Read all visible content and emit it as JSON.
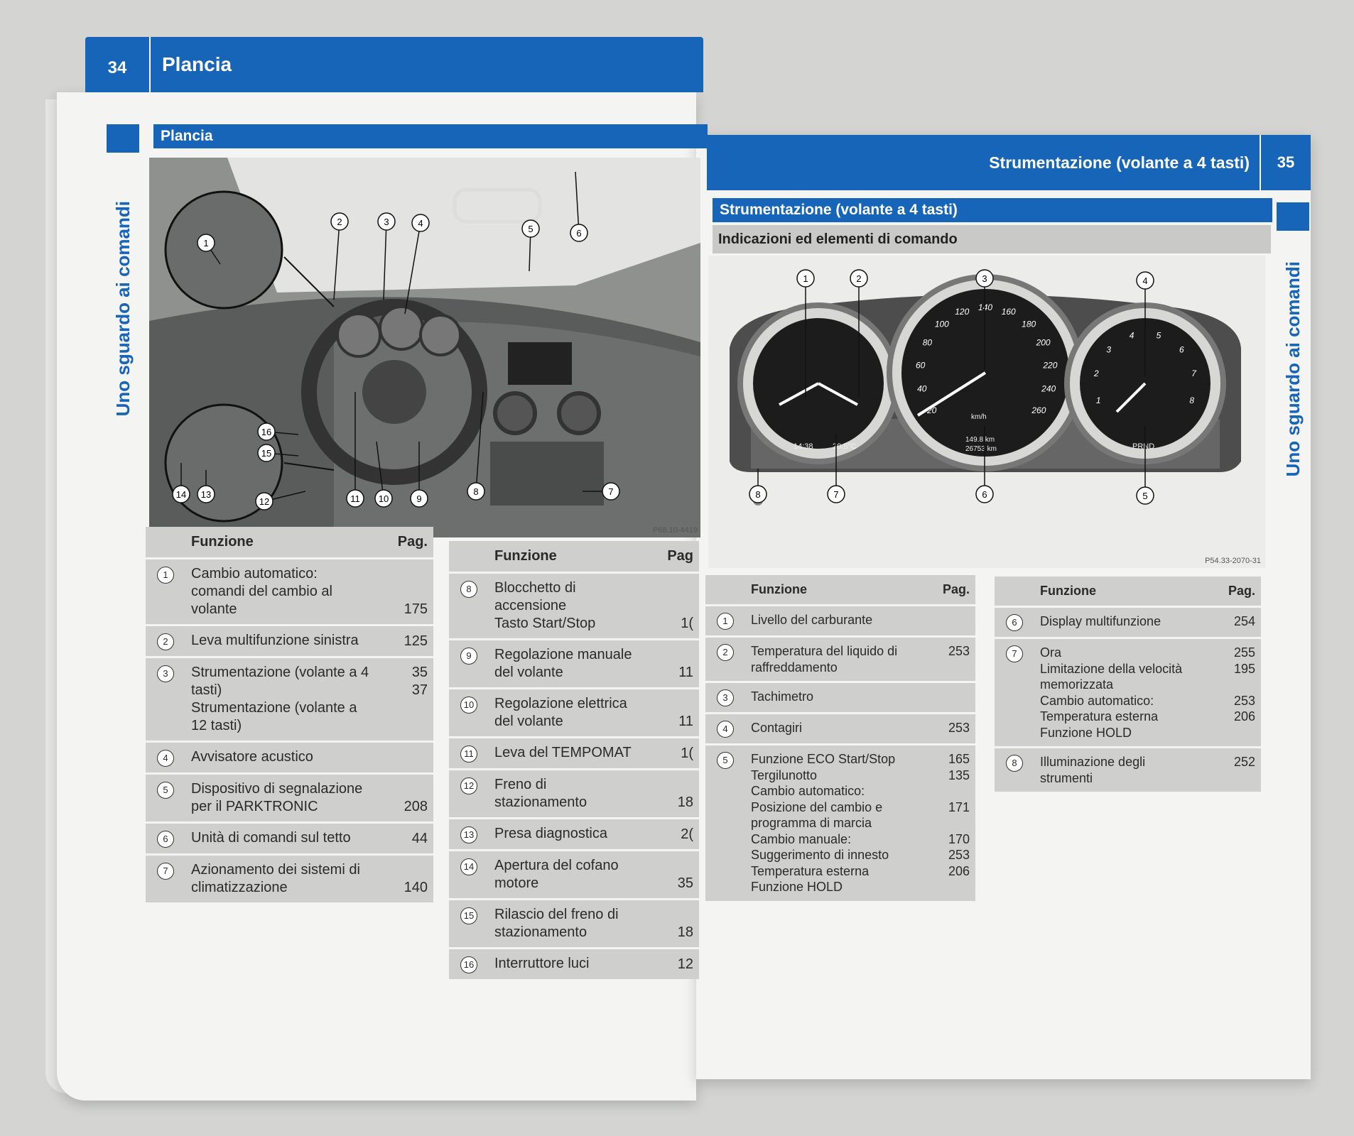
{
  "left_page": {
    "page_number": "34",
    "header_title": "Plancia",
    "side_tab": "Uno sguardo ai comandi",
    "section_title": "Plancia",
    "figure_code": "P68.10-4419",
    "table1": {
      "col_func": "Funzione",
      "col_page": "Pag.",
      "rows": [
        {
          "n": "1",
          "lines": [
            "Cambio automatico: comandi del cambio al volante"
          ],
          "page": "175"
        },
        {
          "n": "2",
          "lines": [
            "Leva multifunzione sinistra"
          ],
          "page": "125"
        },
        {
          "n": "3",
          "lines": [
            "Strumentazione (volante a 4 tasti)",
            "Strumentazione (volante a 12 tasti)"
          ],
          "pages": [
            "35",
            "37"
          ]
        },
        {
          "n": "4",
          "lines": [
            "Avvisatore acustico"
          ],
          "page": ""
        },
        {
          "n": "5",
          "lines": [
            "Dispositivo di segnalazione per il PARKTRONIC"
          ],
          "page": "208"
        },
        {
          "n": "6",
          "lines": [
            "Unità di comandi sul tetto"
          ],
          "page": "44"
        },
        {
          "n": "7",
          "lines": [
            "Azionamento dei sistemi di climatizzazione"
          ],
          "page": "140"
        }
      ]
    },
    "table2": {
      "col_func": "Funzione",
      "col_page": "Pag",
      "rows": [
        {
          "n": "8",
          "lines": [
            "Blocchetto di accensione",
            "Tasto Start/Stop"
          ],
          "page": "1("
        },
        {
          "n": "9",
          "lines": [
            "Regolazione manuale del volante"
          ],
          "page": "11"
        },
        {
          "n": "10",
          "lines": [
            "Regolazione elettrica del volante"
          ],
          "page": "11"
        },
        {
          "n": "11",
          "lines": [
            "Leva del TEMPOMAT"
          ],
          "page": "1("
        },
        {
          "n": "12",
          "lines": [
            "Freno di stazionamento"
          ],
          "page": "18"
        },
        {
          "n": "13",
          "lines": [
            "Presa diagnostica"
          ],
          "page": "2("
        },
        {
          "n": "14",
          "lines": [
            "Apertura del cofano motore"
          ],
          "page": "35"
        },
        {
          "n": "15",
          "lines": [
            "Rilascio del freno di stazionamento"
          ],
          "page": "18"
        },
        {
          "n": "16",
          "lines": [
            "Interruttore luci"
          ],
          "page": "12"
        }
      ]
    }
  },
  "right_page": {
    "page_number": "35",
    "header_title": "Strumentazione (volante a 4 tasti)",
    "side_tab": "Uno sguardo ai comandi",
    "section_title": "Strumentazione (volante a 4 tasti)",
    "subsection_title": "Indicazioni ed elementi di comando",
    "figure_code": "P54.33-2070-31",
    "gauge_readouts": {
      "time": "14:38",
      "temp": "20.5°C",
      "trip": "149.8 km",
      "odo": "26753 km",
      "gear": "PRND",
      "speed_unit": "km/h"
    },
    "speed_labels": [
      "20",
      "40",
      "60",
      "80",
      "100",
      "120",
      "140",
      "160",
      "180",
      "200",
      "220",
      "240",
      "260"
    ],
    "rpm_labels": [
      "1",
      "2",
      "3",
      "4",
      "5",
      "6",
      "7",
      "8"
    ],
    "table1": {
      "col_func": "Funzione",
      "col_page": "Pag.",
      "rows": [
        {
          "n": "1",
          "lines": [
            "Livello del carburante"
          ],
          "pages": [
            ""
          ]
        },
        {
          "n": "2",
          "lines": [
            "Temperatura del liquido di raffreddamento"
          ],
          "pages": [
            "253"
          ]
        },
        {
          "n": "3",
          "lines": [
            "Tachimetro"
          ],
          "pages": [
            ""
          ]
        },
        {
          "n": "4",
          "lines": [
            "Contagiri"
          ],
          "pages": [
            "253"
          ]
        },
        {
          "n": "5",
          "lines": [
            "Funzione ECO Start/Stop",
            "Tergilunotto",
            "Cambio automatico:",
            "Posizione del cambio e programma di marcia",
            "Cambio manuale:",
            "Suggerimento di innesto",
            "Temperatura esterna",
            "Funzione HOLD"
          ],
          "pages": [
            "165",
            "135",
            "",
            "171",
            "",
            "170",
            "253",
            "206"
          ]
        }
      ]
    },
    "table2": {
      "col_func": "Funzione",
      "col_page": "Pag.",
      "rows": [
        {
          "n": "6",
          "lines": [
            "Display multifunzione"
          ],
          "pages": [
            "254"
          ]
        },
        {
          "n": "7",
          "lines": [
            "Ora",
            "Limitazione della velocità memorizzata",
            "Cambio automatico:",
            "Temperatura esterna",
            "Funzione HOLD"
          ],
          "pages": [
            "255",
            "195",
            "",
            "253",
            "206"
          ]
        },
        {
          "n": "8",
          "lines": [
            "Illuminazione degli strumenti"
          ],
          "pages": [
            "252"
          ]
        }
      ]
    }
  },
  "colors": {
    "brand_blue": "#1765b8",
    "table_gray": "#cfd0ce",
    "page": "#f4f4f2"
  }
}
